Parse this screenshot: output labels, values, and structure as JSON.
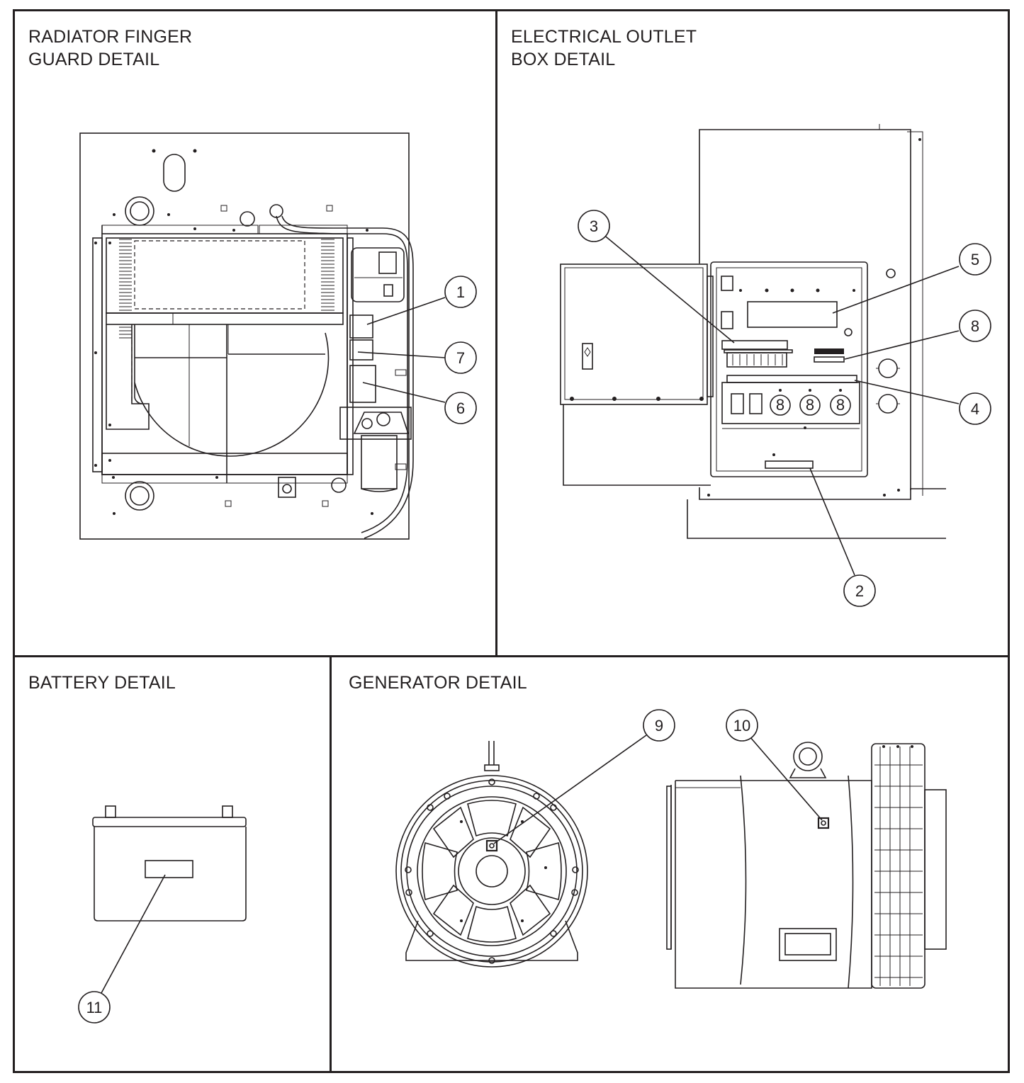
{
  "panels": {
    "radiator": {
      "title": "RADIATOR FINGER\nGUARD DETAIL"
    },
    "outlet": {
      "title": "ELECTRICAL OUTLET\nBOX DETAIL"
    },
    "battery": {
      "title": "BATTERY DETAIL"
    },
    "generator": {
      "title": "GENERATOR DETAIL"
    }
  },
  "callouts": {
    "c1": "1",
    "c2": "2",
    "c3": "3",
    "c4": "4",
    "c5": "5",
    "c6": "6",
    "c7": "7",
    "c8": "8",
    "c9": "9",
    "c10": "10",
    "c11": "11"
  },
  "colors": {
    "line": "#231f20",
    "background": "#ffffff"
  }
}
